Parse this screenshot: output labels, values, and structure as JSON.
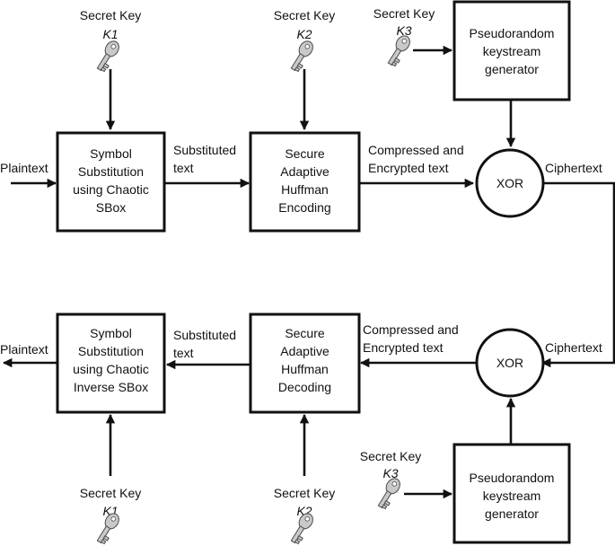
{
  "encryption": {
    "input_label": "Plaintext",
    "sbox_box": [
      "Symbol",
      "Substitution",
      "using Chaotic",
      "SBox"
    ],
    "substituted_label": [
      "Substituted",
      "text"
    ],
    "huffman_box": [
      "Secure",
      "Adaptive",
      "Huffman",
      "Encoding"
    ],
    "compressed_label": [
      "Compressed and",
      "Encrypted text"
    ],
    "xor_label": "XOR",
    "output_label": "Ciphertext",
    "prng_box": [
      "Pseudorandom",
      "keystream",
      "generator"
    ],
    "key1": {
      "title": "Secret Key",
      "name": "K1",
      "icon": "key-icon"
    },
    "key2": {
      "title": "Secret Key",
      "name": "K2",
      "icon": "key-icon"
    },
    "key3": {
      "title": "Secret Key",
      "name": "K3",
      "icon": "key-icon"
    }
  },
  "decryption": {
    "input_label": "Ciphertext",
    "xor_label": "XOR",
    "compressed_label": [
      "Compressed and",
      "Encrypted text"
    ],
    "huffman_box": [
      "Secure",
      "Adaptive",
      "Huffman",
      "Decoding"
    ],
    "substituted_label": [
      "Substituted",
      "text"
    ],
    "sbox_box": [
      "Symbol",
      "Substitution",
      "using Chaotic",
      "Inverse SBox"
    ],
    "output_label": "Plaintext",
    "prng_box": [
      "Pseudorandom",
      "keystream",
      "generator"
    ],
    "key1": {
      "title": "Secret Key",
      "name": "K1",
      "icon": "key-icon"
    },
    "key2": {
      "title": "Secret Key",
      "name": "K2",
      "icon": "key-icon"
    },
    "key3": {
      "title": "Secret Key",
      "name": "K3",
      "icon": "key-icon"
    }
  },
  "colors": {
    "line": "#111111",
    "key_fill": "#c9c9c9",
    "key_stroke": "#4a4a4a"
  }
}
